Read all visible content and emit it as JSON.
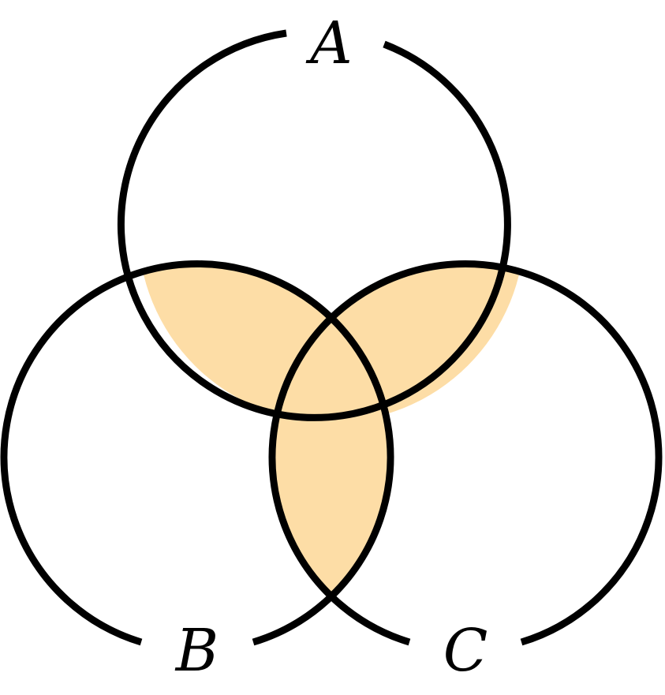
{
  "diagram": {
    "type": "venn",
    "sets": [
      {
        "id": "a",
        "label": "A"
      },
      {
        "id": "b",
        "label": "B"
      },
      {
        "id": "c",
        "label": "C"
      }
    ],
    "shaded_regions": [
      "A∩B",
      "A∩C",
      "B∩C"
    ],
    "colors": {
      "fill": "#FDDDA6",
      "stroke": "#000000",
      "background": "#FFFFFF"
    }
  }
}
